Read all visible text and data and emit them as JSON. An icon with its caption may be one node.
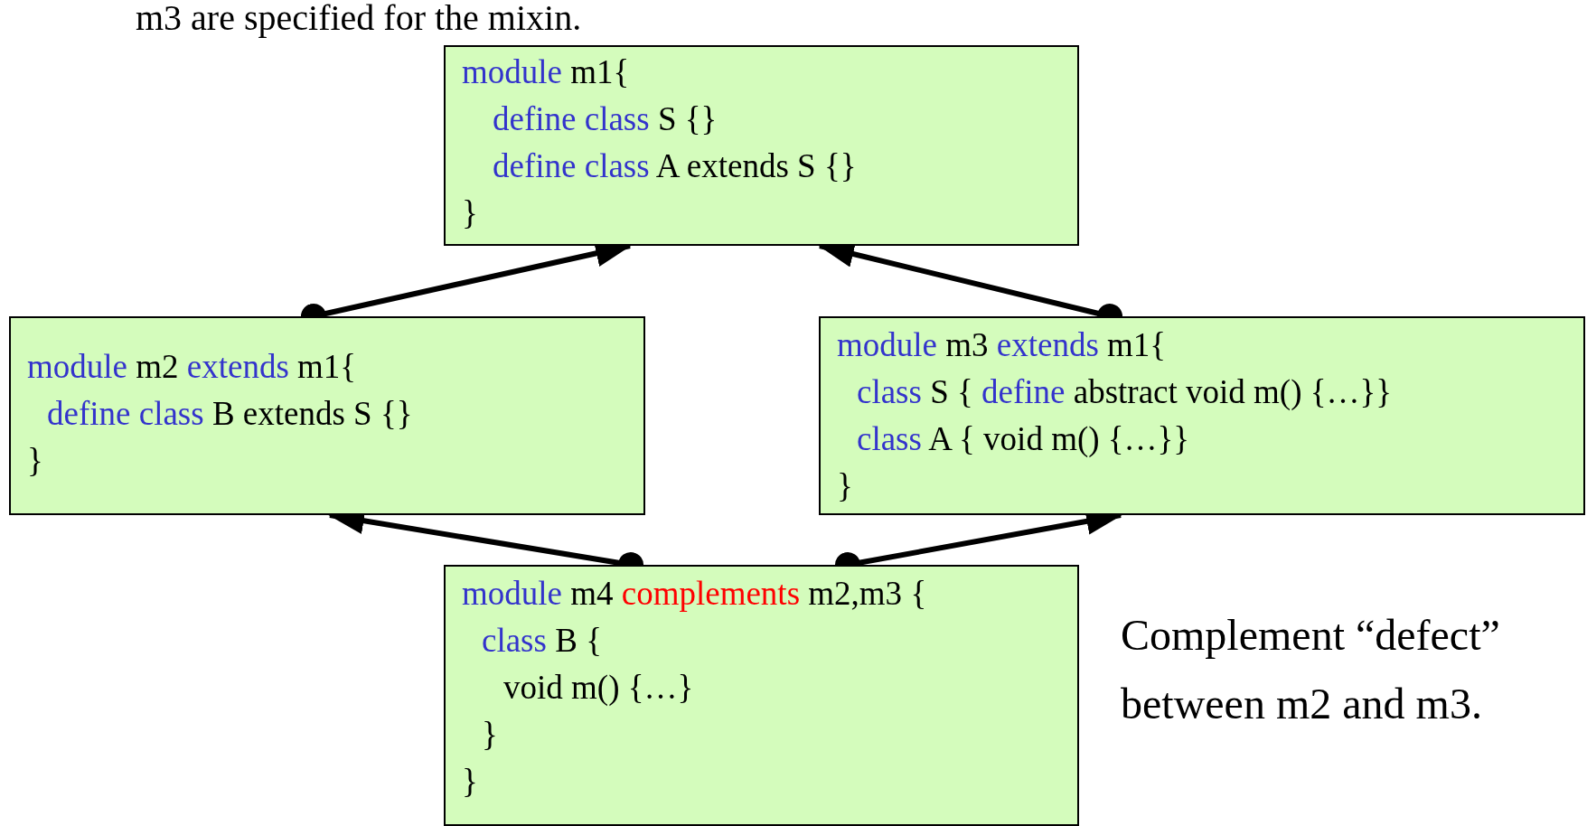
{
  "diagram": {
    "nodes": [
      {
        "text": [
          "module m1{",
          "define class S {}",
          "define class A extends S {}",
          "}"
        ]
      },
      {
        "text": [
          "module m2 extends m1{",
          "define class B extends S {}",
          "}"
        ]
      },
      {
        "text": [
          "module m3 extends m1{",
          "class S { define abstract void m() {…}}",
          "class A { void m() {…}}",
          "}"
        ]
      },
      {
        "text": [
          "module m4 complements m2,m3 {",
          "class B {",
          "void m() {…}",
          "}",
          "}"
        ]
      }
    ],
    "edges": [
      {
        "from": 1,
        "to": 0,
        "arrow": "to"
      },
      {
        "from": 2,
        "to": 0,
        "arrow": "to"
      },
      {
        "from": 3,
        "to": 1,
        "arrow": "to"
      },
      {
        "from": 3,
        "to": 2,
        "arrow": "to"
      }
    ],
    "labels": [
      "m3 are specified for the mixin.",
      "Complement “defect” between m2 and m3."
    ]
  }
}
